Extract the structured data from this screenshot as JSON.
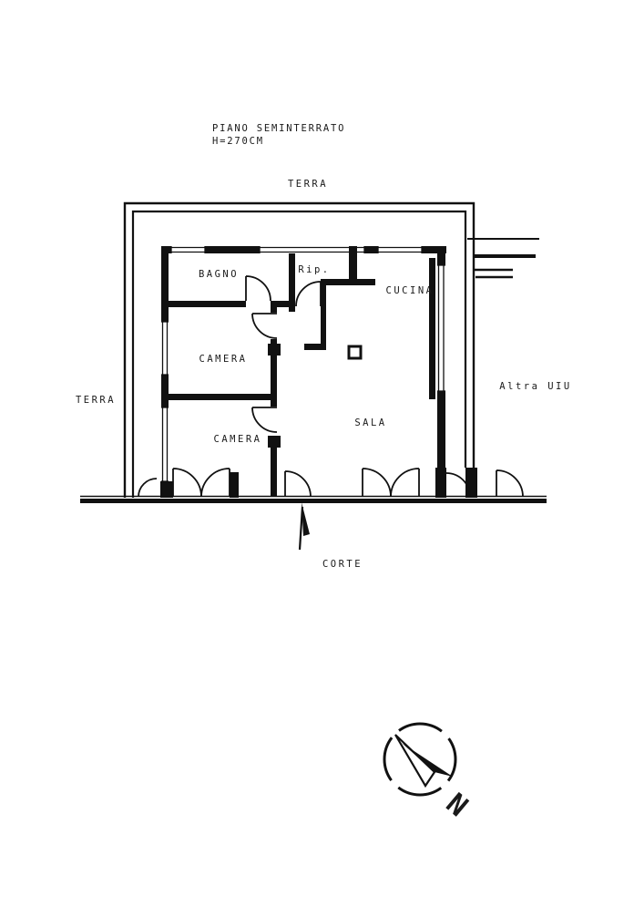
{
  "drawing": {
    "title_line1": "PIANO SEMINTERRATO",
    "title_line2": "H=270CM"
  },
  "outside_labels": {
    "terra_top": "TERRA",
    "terra_left": "TERRA",
    "other_unit": "Altra UIU",
    "court": "CORTE"
  },
  "rooms": {
    "bagno": "BAGNO",
    "rip": "Rip.",
    "cucina": "CUCINA",
    "camera_upper": "CAMERA",
    "sala": "SALA",
    "camera_lower": "CAMERA"
  },
  "compass": {
    "north": "N"
  },
  "colors": {
    "ink": "#1a1a1a",
    "wall": "#111111",
    "background": "#ffffff"
  }
}
